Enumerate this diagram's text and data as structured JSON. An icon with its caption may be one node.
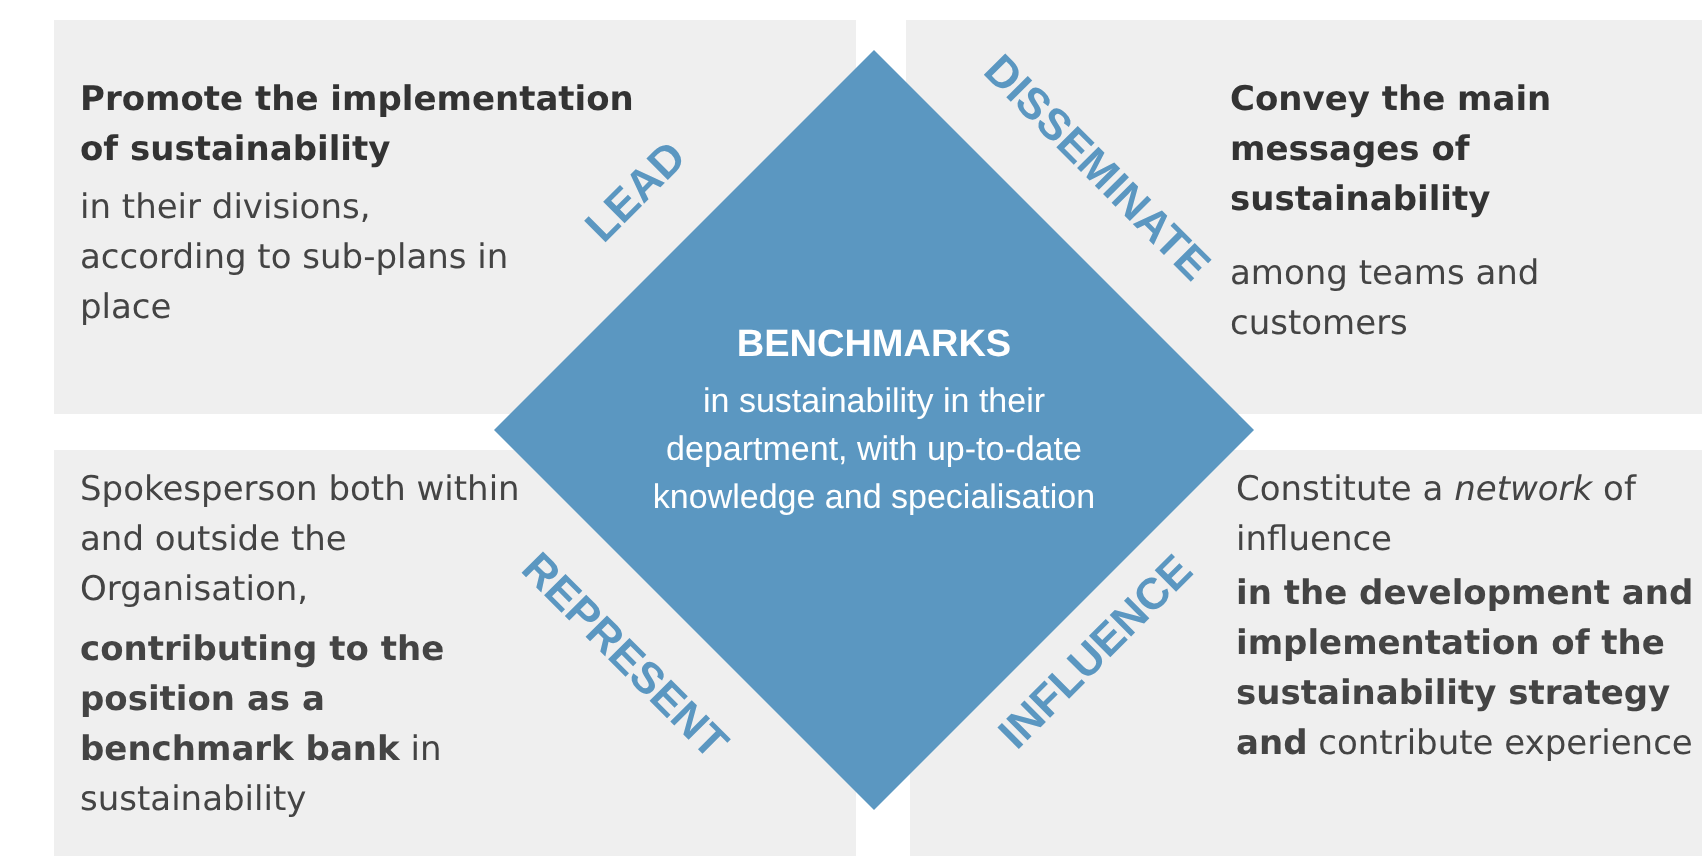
{
  "diagram": {
    "nodes": [
      {
        "text": [
          "Promote the implementation of sustainability",
          "in their divisions, according to sub-plans in place"
        ]
      },
      {
        "text": [
          "Convey the main messages of sustainability",
          "among teams and customers"
        ]
      },
      {
        "text": [
          "BENCHMARKS",
          "in sustainability in their department, with up-to-date knowledge and specialisation"
        ]
      },
      {
        "text": [
          "Spokesperson both within and outside the Organisation,",
          "**contributing to the position as a benchmark bank** in sustainability"
        ]
      },
      {
        "text": [
          "Constitute a *network* of influence",
          "**in the development and implementation of the sustainability strategy and** contribute experience"
        ]
      }
    ],
    "edges": [],
    "labels": [
      "LEAD",
      "DISSEMINATE",
      "REPRESENT",
      "INFLUENCE"
    ]
  }
}
